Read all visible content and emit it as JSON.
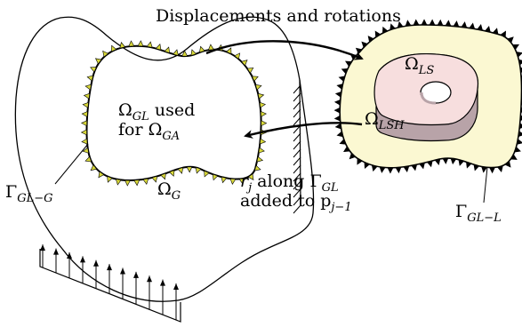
{
  "title": "Displacements and rotations",
  "labels": {
    "omega_gl_line1_main": "Ω",
    "omega_gl_line1_sub": "GL",
    "omega_gl_line1_rest": " used",
    "omega_gl_line2_main": "for Ω",
    "omega_gl_line2_sub": "GA",
    "omega_g_main": "Ω",
    "omega_g_sub": "G",
    "gamma_glg_main": "Γ",
    "gamma_glg_sub": "GL−G",
    "omega_ls_main": "Ω",
    "omega_ls_sub": "LS",
    "omega_lsh_main": "Ω",
    "omega_lsh_sub": "LSH",
    "gamma_gll_main": "Γ",
    "gamma_gll_sub": "GL−L",
    "rj_line1_main": "r",
    "rj_line1_sub": "j",
    "rj_line1_mid": " along Γ",
    "rj_line1_sub2": "GL",
    "rj_line2_main": "added to p",
    "rj_line2_sub": "j−1"
  },
  "colors": {
    "region_yellow": "#fbf8d2",
    "arrowhead_yellow": "#d8d83a",
    "inclusion_top": "#f7dede",
    "inclusion_side": "#b8a3a8",
    "stroke": "#000000"
  }
}
